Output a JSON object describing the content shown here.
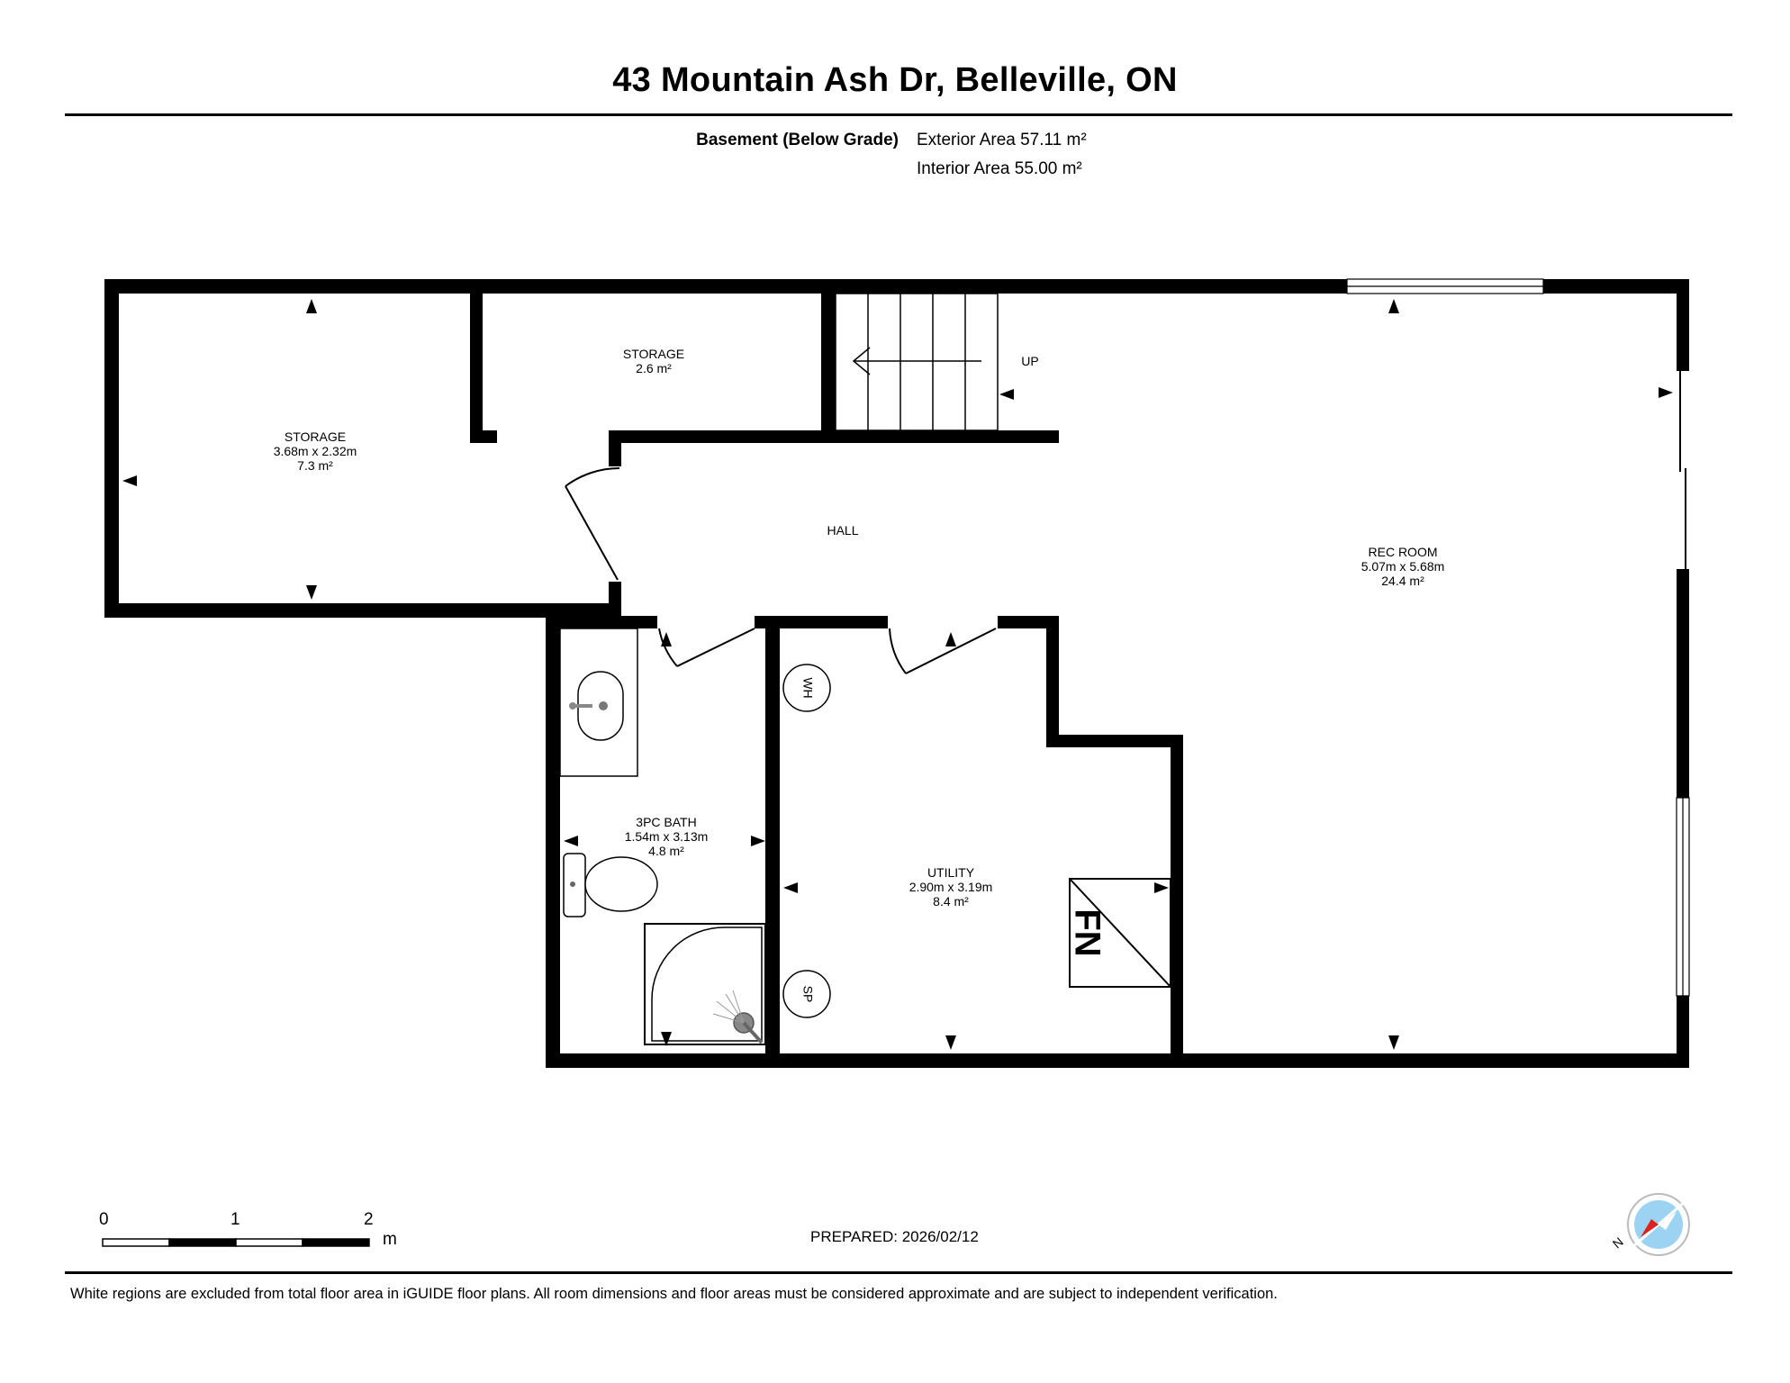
{
  "header": {
    "title": "43 Mountain Ash Dr, Belleville, ON",
    "level": "Basement (Below Grade)",
    "exterior_area": "Exterior Area 57.11 m²",
    "interior_area": "Interior Area 55.00 m²"
  },
  "rooms": {
    "storage_large": {
      "name": "STORAGE",
      "dims": "3.68m x 2.32m",
      "area": "7.3 m²"
    },
    "storage_small": {
      "name": "STORAGE",
      "area": "2.6 m²"
    },
    "hall": {
      "name": "HALL"
    },
    "rec_room": {
      "name": "REC ROOM",
      "dims": "5.07m x 5.68m",
      "area": "24.4 m²"
    },
    "bath": {
      "name": "3PC BATH",
      "dims": "1.54m x 3.13m",
      "area": "4.8 m²"
    },
    "utility": {
      "name": "UTILITY",
      "dims": "2.90m x 3.19m",
      "area": "8.4 m²"
    }
  },
  "fixtures": {
    "stairs_label": "UP",
    "water_heater": "WH",
    "sump_pump": "SP",
    "furnace": "FN"
  },
  "scale": {
    "tick_0": "0",
    "tick_1": "1",
    "tick_2": "2",
    "unit": "m"
  },
  "compass": {
    "north_label": "N"
  },
  "prepared": "PREPARED: 2026/02/12",
  "disclaimer": "White regions are excluded from total floor area in iGUIDE floor plans. All room dimensions and floor areas must be considered approximate and are subject to independent verification."
}
